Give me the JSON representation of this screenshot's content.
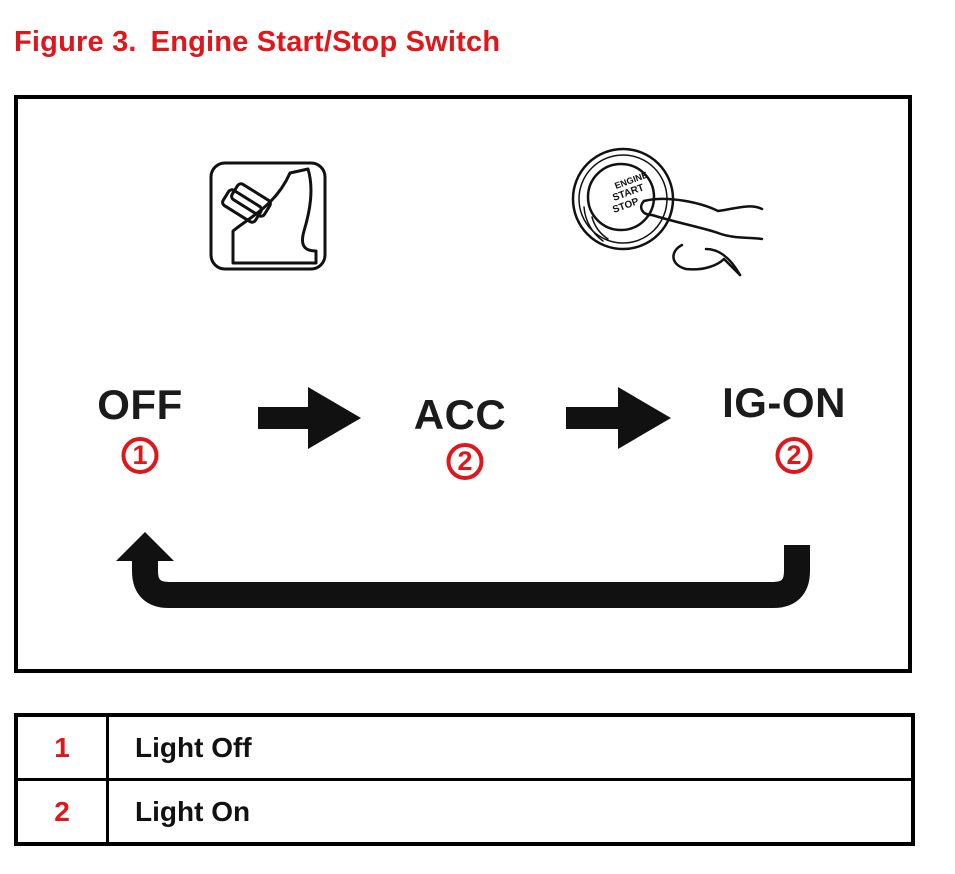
{
  "figure": {
    "label": "Figure 3.",
    "title": "Engine Start/Stop Switch"
  },
  "icons": {
    "pedal": "brake-pedal-icon",
    "button": "push-start-button-icon",
    "button_text": [
      "ENGINE",
      "START",
      "STOP"
    ]
  },
  "states": [
    {
      "label": "OFF",
      "number": "1"
    },
    {
      "label": "ACC",
      "number": "2"
    },
    {
      "label": "IG-ON",
      "number": "2"
    }
  ],
  "legend": [
    {
      "number": "1",
      "description": "Light Off"
    },
    {
      "number": "2",
      "description": "Light On"
    }
  ],
  "colors": {
    "accent": "#e0161b",
    "ink": "#000000"
  }
}
